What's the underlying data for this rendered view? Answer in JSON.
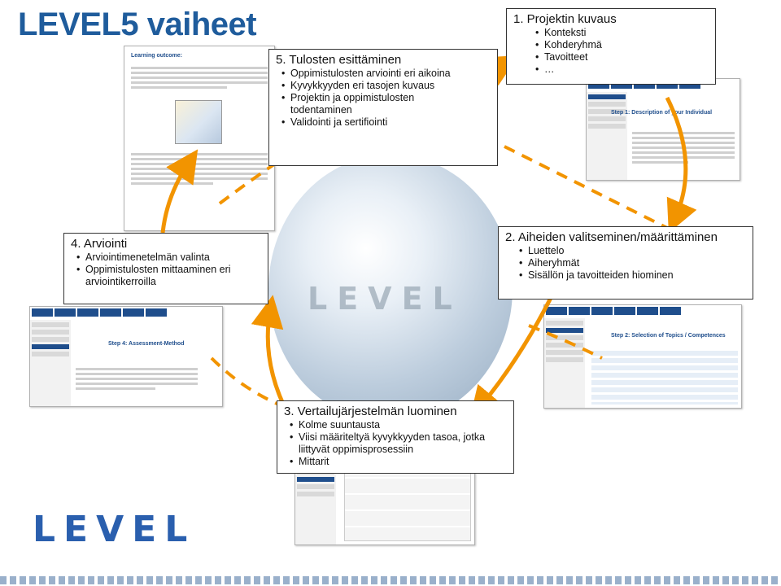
{
  "slide": {
    "title": "LEVEL5 vaiheet"
  },
  "colors": {
    "title": "#1f5c9c",
    "arrow": "#f29400",
    "thumb_nav": "#1f4e8c"
  },
  "steps": {
    "s1": {
      "title": "1. Projektin kuvaus",
      "items": [
        "Konteksti",
        "Kohderyhmä",
        "Tavoitteet",
        "…"
      ]
    },
    "s2": {
      "title": "2. Aiheiden valitseminen/määrittäminen",
      "items": [
        "Luettelo",
        "Aiheryhmät",
        "Sisällön ja tavoitteiden hiominen"
      ]
    },
    "s3": {
      "title": "3. Vertailujärjestelmän luominen",
      "items": [
        "Kolme suuntausta",
        "Viisi määriteltyä kyvykkyyden tasoa, jotka liittyvät oppimisprosessiin",
        "Mittarit"
      ]
    },
    "s4": {
      "title": "4. Arviointi",
      "items": [
        "Arviointimenetelmän valinta",
        "Oppimistulosten mittaaminen eri arviointikerroilla"
      ]
    },
    "s5": {
      "title": "5. Tulosten esittäminen",
      "items": [
        "Oppimistulosten arviointi eri aikoina",
        "Kyvykkyyden eri tasojen kuvaus",
        "Projektin ja oppimistulosten todentaminen",
        "Validointi ja sertifiointi"
      ]
    }
  },
  "thumbs": {
    "t1": {
      "caption": "Step 1: Description of your Individual"
    },
    "t2": {
      "caption": "Step 2: Selection of Topics / Competences"
    },
    "t4": {
      "caption": "Step 4: Assessment-Method"
    },
    "t5": {
      "caption": "Learning outcome:"
    }
  },
  "icons": {
    "arrow": "curved-arrow-icon",
    "logo": "level5-logo"
  }
}
